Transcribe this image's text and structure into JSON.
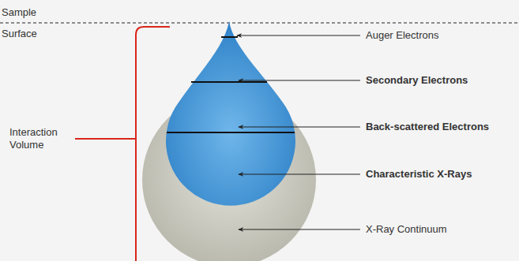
{
  "diagram": {
    "labels": [
      "Sample Surface",
      "Interaction Volume",
      "Auger Electrons",
      "Secondary Electrons",
      "Back-scattered Electrons",
      "Characteristic X-Rays",
      "X-Ray Continuum"
    ]
  }
}
